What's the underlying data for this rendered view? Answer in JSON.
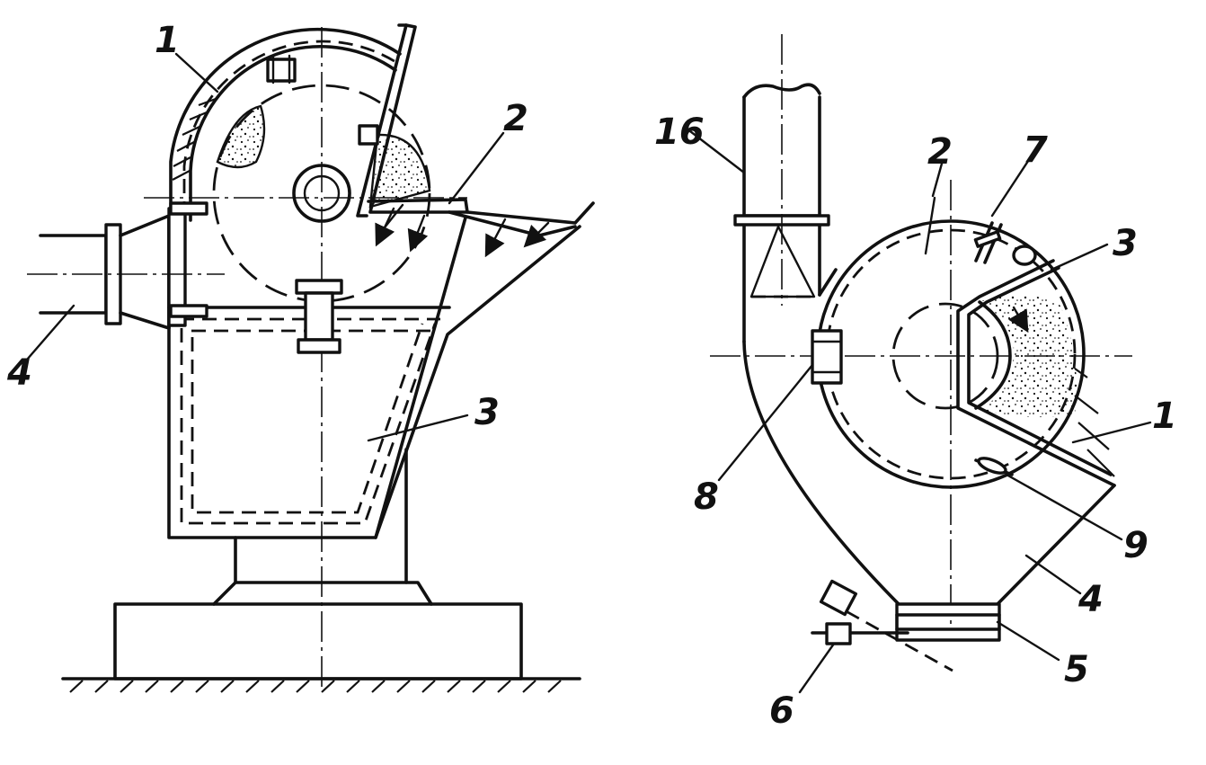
{
  "left_figure": {
    "labels": [
      "1",
      "2",
      "3",
      "4"
    ]
  },
  "right_figure": {
    "labels": [
      "16",
      "2",
      "7",
      "3",
      "1",
      "8",
      "9",
      "4",
      "5",
      "6"
    ]
  }
}
